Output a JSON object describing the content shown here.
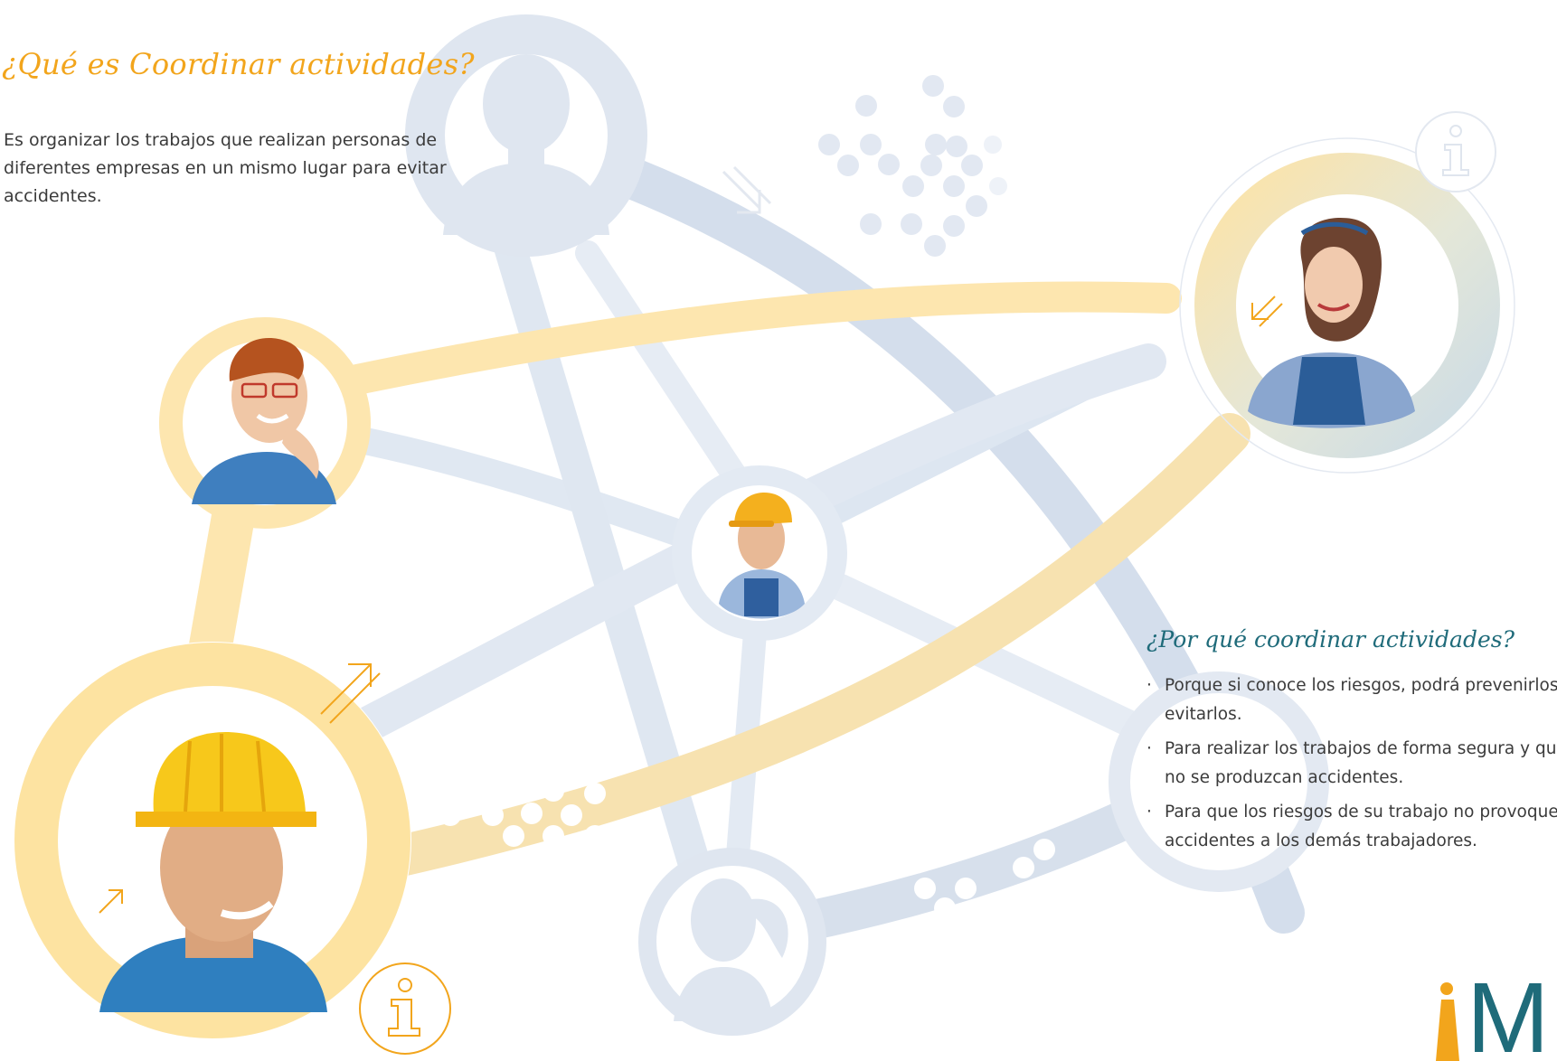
{
  "intro": {
    "title": "¿Qué es Coordinar actividades?",
    "body": "Es organizar los trabajos que realizan personas de diferentes empresas en un mismo lugar para evitar accidentes."
  },
  "why": {
    "title": "¿Por qué coordinar actividades?",
    "items": [
      "Porque si conoce los riesgos, podrá prevenirlos y evitarlos.",
      "Para realizar los trabajos de forma segura y que no se produzcan accidentes.",
      "Para que los riesgos de su trabajo no provoquen accidentes a los demás trabajadores."
    ]
  },
  "logo": {
    "mark": "M"
  },
  "colors": {
    "accent_orange": "#f2a51c",
    "title_teal": "#1f6b7a",
    "network_blue": "#cfd9e8",
    "network_yellow": "#fde7b0",
    "text_gray": "#3b3b3b"
  },
  "icons": [
    "person-silhouette-icon",
    "worker-helmet-icon",
    "info-icon",
    "arrow-icon",
    "ponytail-silhouette-icon",
    "dot-cluster"
  ]
}
